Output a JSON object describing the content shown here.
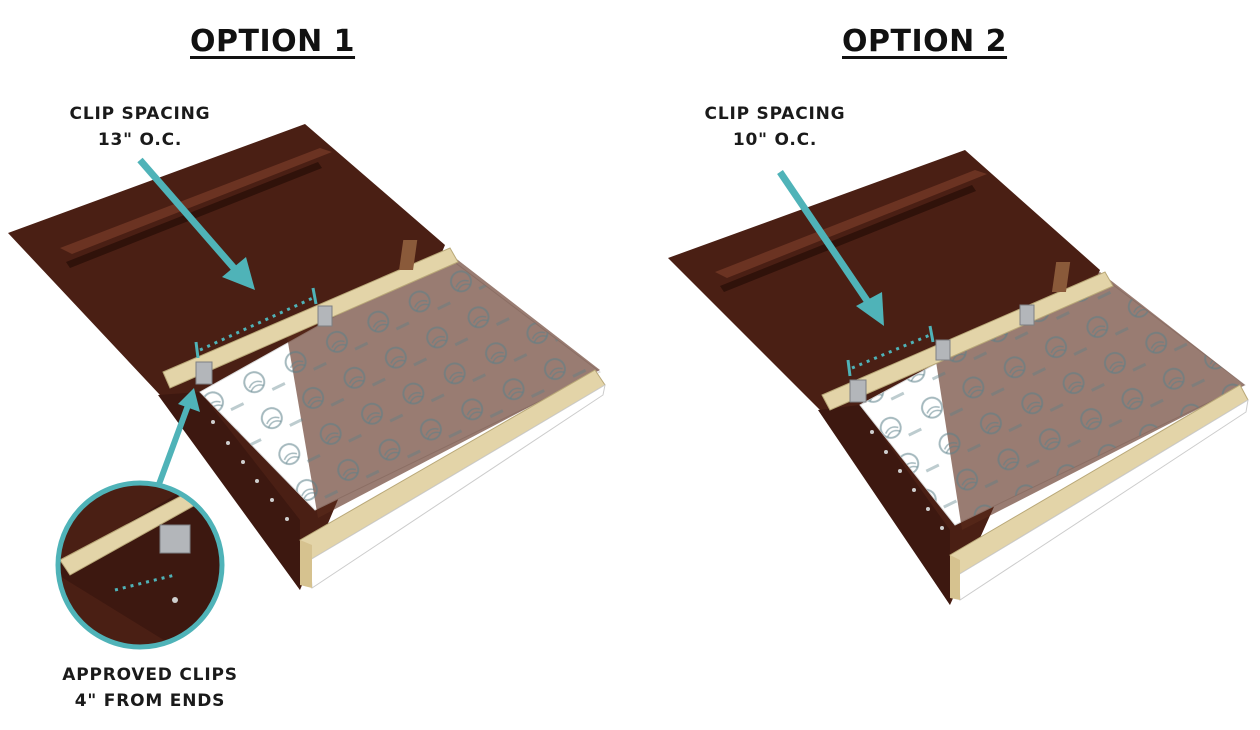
{
  "options": [
    {
      "title": "OPTION 1",
      "spacing_label": [
        "CLIP SPACING",
        "13\" O.C."
      ]
    },
    {
      "title": "OPTION  2",
      "spacing_label": [
        "CLIP SPACING",
        "10\" O.C."
      ]
    }
  ],
  "inset_label": [
    "APPROVED CLIPS",
    "4\" FROM ENDS"
  ],
  "colors": {
    "panel": "#4a1f14",
    "panel_dark": "#33140c",
    "wood": "#e3d4a8",
    "clip": "#b3b6ba",
    "membrane": "#ffffff",
    "callout": "#4fb3b8",
    "logo": "#5a8088"
  }
}
